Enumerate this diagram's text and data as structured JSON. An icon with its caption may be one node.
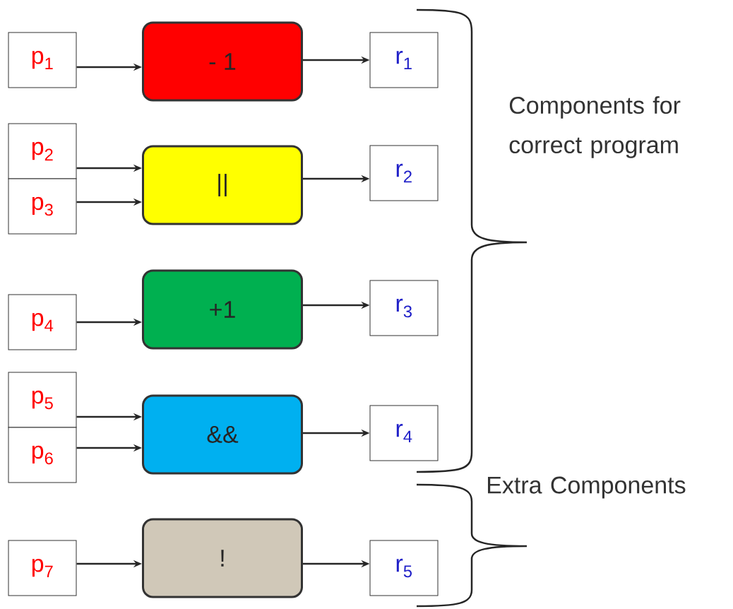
{
  "diagram": {
    "nodes": [
      {
        "text": [
          "p$_{1}$"
        ]
      },
      {
        "text": [
          "- 1"
        ]
      },
      {
        "text": [
          "r$_{1}$"
        ]
      },
      {
        "text": [
          "p$_{2}$"
        ]
      },
      {
        "text": [
          "||"
        ]
      },
      {
        "text": [
          "r$_{2}$"
        ]
      },
      {
        "text": [
          "p$_{3}$"
        ]
      },
      {
        "text": [
          "p$_{4}$"
        ]
      },
      {
        "text": [
          "+1"
        ]
      },
      {
        "text": [
          "r$_{3}$"
        ]
      },
      {
        "text": [
          "p$_{5}$"
        ]
      },
      {
        "text": [
          "&&"
        ]
      },
      {
        "text": [
          "r$_{4}$"
        ]
      },
      {
        "text": [
          "p$_{6}$"
        ]
      },
      {
        "text": [
          "p$_{7}$"
        ]
      },
      {
        "text": [
          "!"
        ]
      },
      {
        "text": [
          "r$_{5}$"
        ]
      }
    ],
    "edges": [
      {
        "from": 0,
        "to": 1,
        "arrow": "to"
      },
      {
        "from": 1,
        "to": 2,
        "arrow": "to"
      },
      {
        "from": 3,
        "to": 4,
        "arrow": "to"
      },
      {
        "from": 6,
        "to": 4,
        "arrow": "to"
      },
      {
        "from": 4,
        "to": 5,
        "arrow": "to"
      },
      {
        "from": 7,
        "to": 8,
        "arrow": "to"
      },
      {
        "from": 8,
        "to": 9,
        "arrow": "to"
      },
      {
        "from": 10,
        "to": 11,
        "arrow": "to"
      },
      {
        "from": 13,
        "to": 11,
        "arrow": "to"
      },
      {
        "from": 11,
        "to": 12,
        "arrow": "to"
      },
      {
        "from": 14,
        "to": 15,
        "arrow": "to"
      },
      {
        "from": 15,
        "to": 16,
        "arrow": "to"
      }
    ],
    "labels": [
      "Components for correct program",
      "Extra Components"
    ]
  }
}
